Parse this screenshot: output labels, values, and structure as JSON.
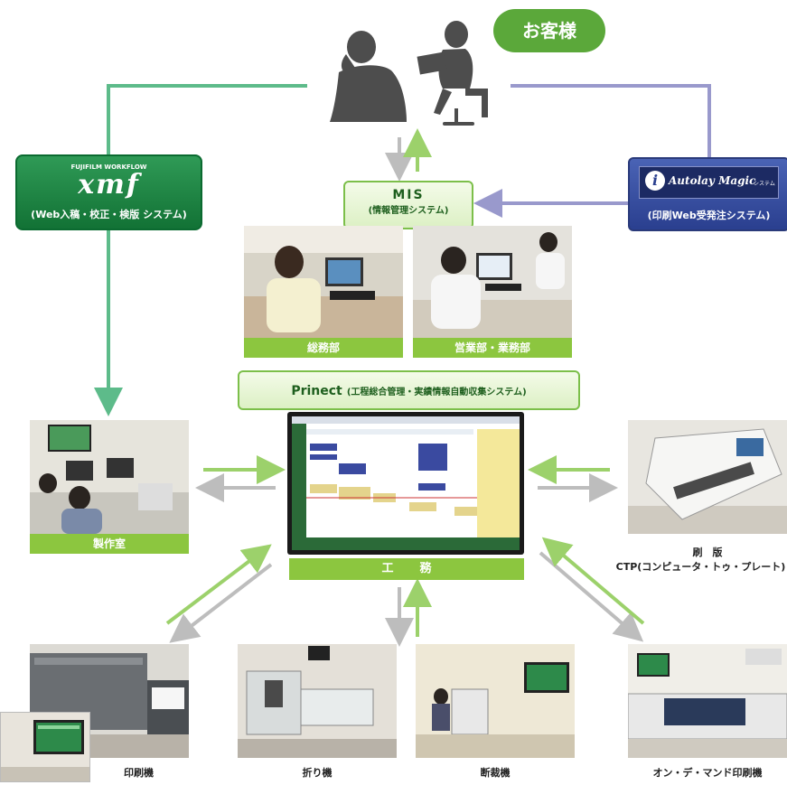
{
  "customer": {
    "badge": "お客様"
  },
  "xmf": {
    "brand": "FUJIFILM WORKFLOW",
    "logo": "xmf",
    "caption": "(Web入稿・校正・検版 システム)"
  },
  "autolay": {
    "logo": "Autolay Magic",
    "logo_sub": "システム",
    "caption": "(印刷Web受発注システム)"
  },
  "mis": {
    "title": "MIS",
    "subtitle": "(情報管理システム)"
  },
  "photos": {
    "soumu": "総務部",
    "eigyo": "営業部・業務部",
    "seisaku": "製作室",
    "koumu_left": "工",
    "koumu_right": "務"
  },
  "prinect": {
    "title": "Prinect",
    "subtitle": "(工程総合管理・実績情報自動収集システム)"
  },
  "ctp": {
    "line1": "刷　版",
    "line2": "CTP(コンピュータ・トゥ・プレート)"
  },
  "machines": {
    "press": "印刷機",
    "folder": "折り機",
    "cutter": "断裁機",
    "ondemand": "オン・デ・マンド印刷機"
  },
  "colors": {
    "green_flow": "#5dbb8a",
    "light_green": "#8cc63f",
    "purple_flow": "#9999cc",
    "gray_arrow": "#bdbdbd",
    "xmf_green": "#1a7a3a",
    "autolay_blue": "#2a3f8f"
  }
}
